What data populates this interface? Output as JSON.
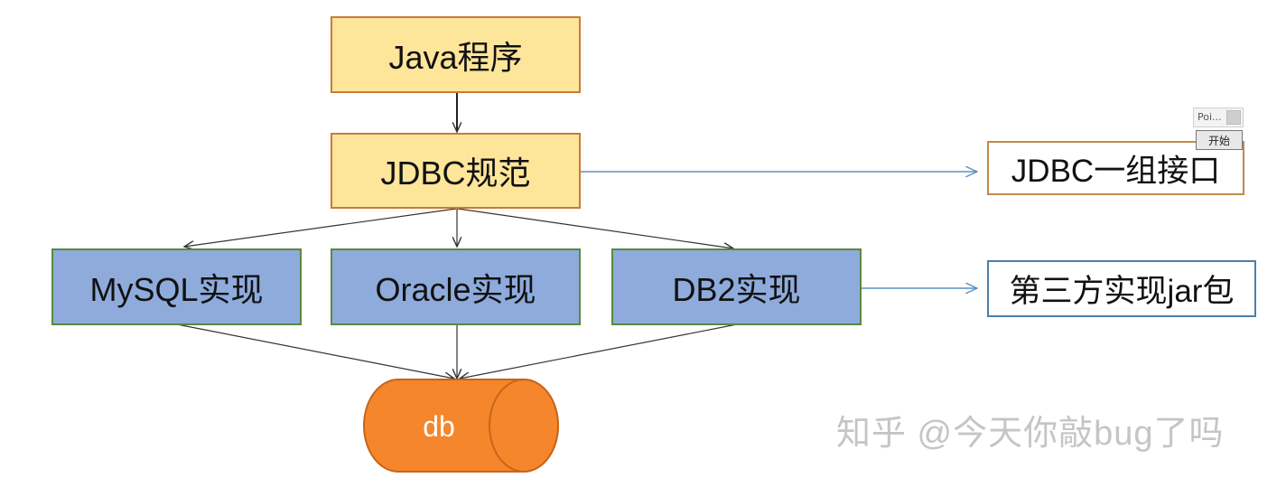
{
  "diagram": {
    "nodes": {
      "java_program": "Java程序",
      "jdbc_spec": "JDBC规范",
      "mysql_impl": "MySQL实现",
      "oracle_impl": "Oracle实现",
      "db2_impl": "DB2实现",
      "database": "db"
    },
    "notes": {
      "jdbc_interfaces": "JDBC一组接口",
      "third_party_jars": "第三方实现jar包"
    },
    "colors": {
      "yellow_fill": "#fde59a",
      "blue_fill": "#8eabdc",
      "db_fill": "#f5862b",
      "arrow_dark": "#333333",
      "arrow_blue": "#5b8fbf"
    }
  },
  "widget": {
    "title": "Poi...",
    "button_label": "开始"
  },
  "watermark": {
    "text": "知乎 @今天你敲bug了吗"
  }
}
